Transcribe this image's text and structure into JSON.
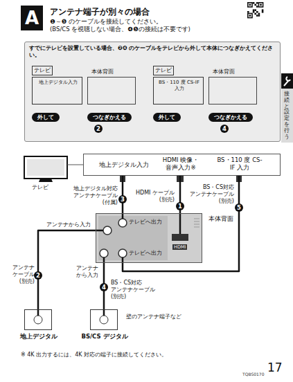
{
  "diagram": {
    "title": "アンテナ端子が別々の場合",
    "nodes": [
      {
        "text": [
          "A"
        ]
      },
      {
        "text": [
          "すでにテレビを設置している場合、❷❹ のケーブルをテレビから外して本体につなぎかえてください。"
        ]
      },
      {
        "text": [
          "テレビ"
        ],
        "in": 1
      },
      {
        "text": [
          "地上デジタル入力"
        ],
        "in": 1
      },
      {
        "text": [
          "本体背面"
        ],
        "in": 1
      },
      {
        "text": [
          "外して"
        ],
        "in": 1
      },
      {
        "text": [
          "つなぎかえる"
        ],
        "in": 1
      },
      {
        "text": [
          "テレビ"
        ],
        "in": 1
      },
      {
        "text": [
          "BS・110 度 CS-IF 入力"
        ],
        "in": 1
      },
      {
        "text": [
          "本体背面"
        ],
        "in": 1
      },
      {
        "text": [
          "外して"
        ],
        "in": 1
      },
      {
        "text": [
          "つなぎかえる"
        ],
        "in": 1
      },
      {
        "text": [
          "地上デジタル入力",
          "HDMI 映像・音声入力※",
          "BS・110 度 CS-IF 入力"
        ]
      },
      {
        "text": [
          "本体背面",
          "HDMI"
        ]
      },
      {
        "text": [
          "地上デジタル"
        ]
      },
      {
        "text": [
          "BS/CS デジタル"
        ]
      }
    ],
    "edges": [
      {
        "from": 13,
        "to": 12,
        "arrow": "none"
      },
      {
        "from": 13,
        "to": 12,
        "arrow": "none"
      },
      {
        "from": 13,
        "to": 12,
        "arrow": "none"
      },
      {
        "from": 14,
        "to": 13,
        "arrow": "none"
      },
      {
        "from": 15,
        "to": 13,
        "arrow": "none"
      },
      {
        "from": 3,
        "to": 4,
        "arrow": "to"
      },
      {
        "from": 8,
        "to": 9,
        "arrow": "to"
      }
    ],
    "labels": [
      "❶～❺ のケーブルを接続してください。",
      "(BS/CS を視聴しない場合、❹❺の接続は不要です)",
      "2",
      "4",
      "接続と設定を行う",
      "テレビ",
      "3",
      "地上デジタル対応 アンテナケーブル (付属)",
      "1",
      "HDMI ケーブル (別売)",
      "5",
      "BS・CS対応 アンテナケーブル (別売)",
      "テレビへ出力",
      "アンテナから入力",
      "テレビへ出力",
      "アンテナから入力",
      "2",
      "アンテナ ケーブル (別売)",
      "4",
      "BS・CS対応 アンテナケーブル (別売)",
      "壁のアンテナ端子など",
      "※ 4K 出力するには、4K 対応の端子に接続してください。",
      "TQBS0170",
      "17"
    ]
  }
}
